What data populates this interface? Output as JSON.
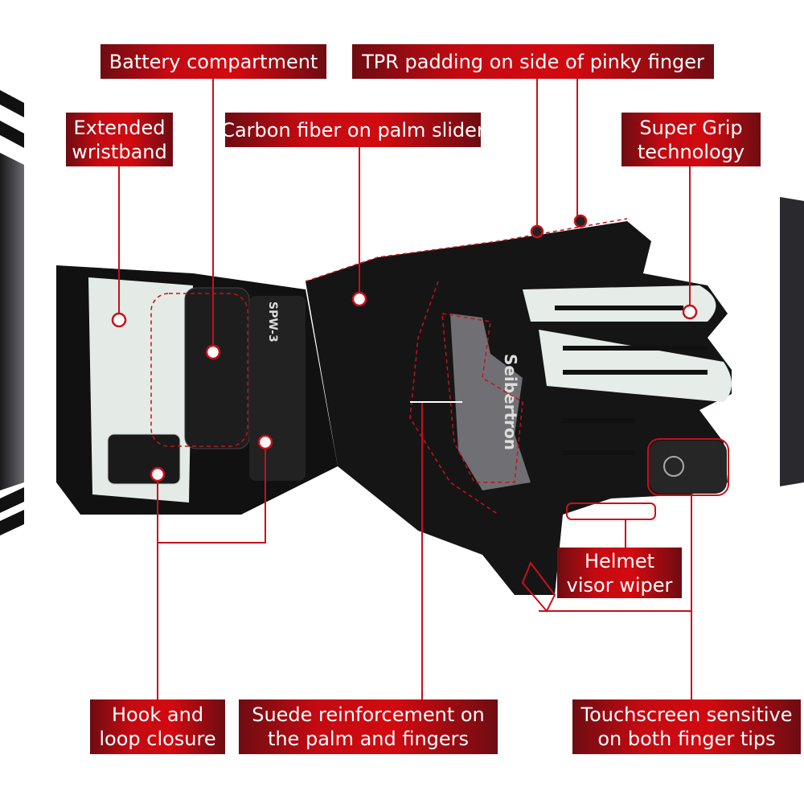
{
  "accent_color": "#c8101a",
  "brand_text": "Seibertron",
  "model_text": "SPW-3",
  "labels": {
    "battery": {
      "line1": "Battery compartment"
    },
    "tpr": {
      "line1": "TPR padding on side of pinky finger"
    },
    "wristband": {
      "line1": "Extended",
      "line2": "wristband"
    },
    "carbon": {
      "line1": "Carbon fiber on palm slider"
    },
    "supergrip": {
      "line1": "Super Grip",
      "line2": "technology"
    },
    "visor": {
      "line1": "Helmet",
      "line2": "visor wiper"
    },
    "hook": {
      "line1": "Hook and",
      "line2": "loop closure"
    },
    "suede": {
      "line1": "Suede reinforcement on",
      "line2": "the palm and fingers"
    },
    "touch": {
      "line1": "Touchscreen sensitive",
      "line2": "on both finger tips"
    }
  }
}
